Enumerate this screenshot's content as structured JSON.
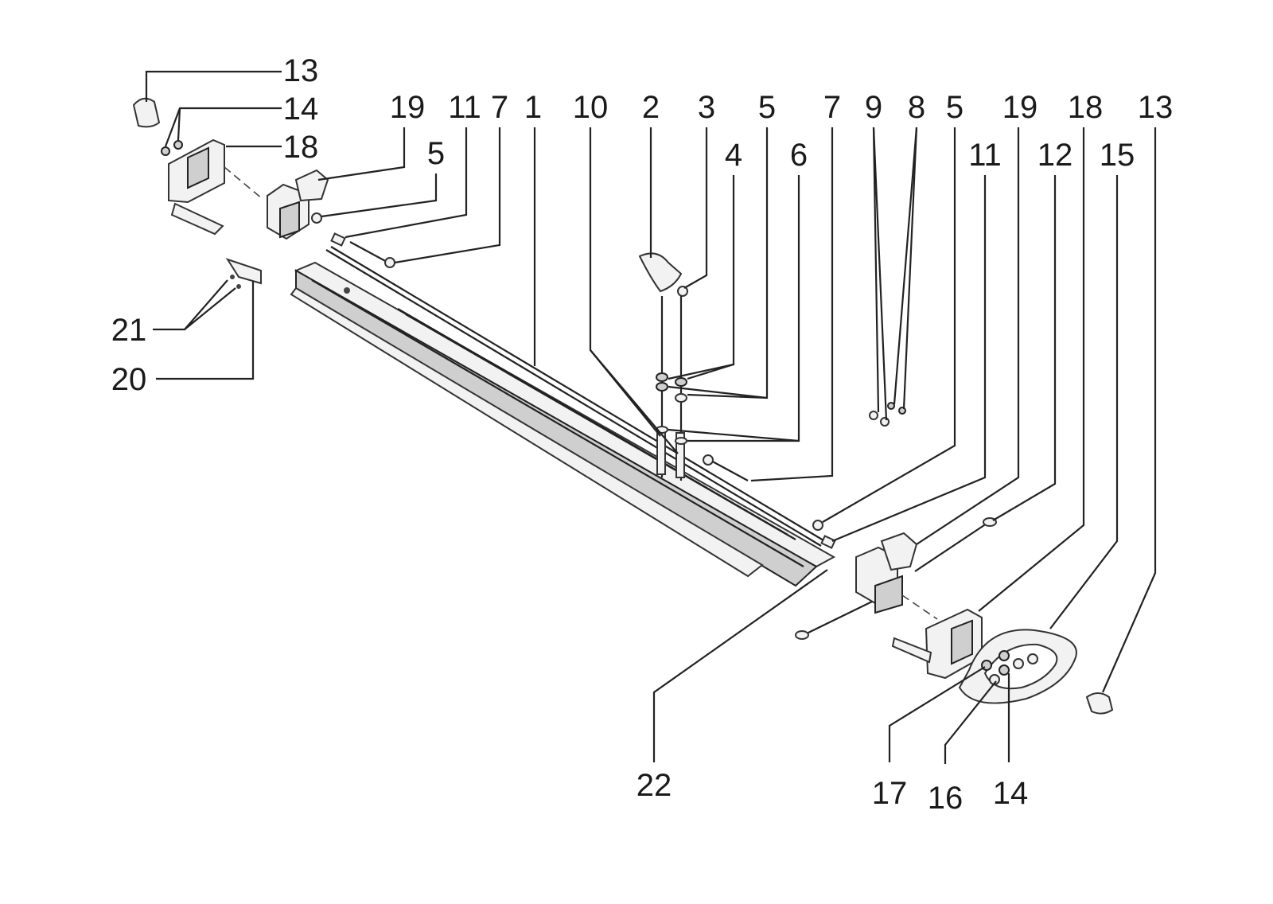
{
  "callouts": [
    {
      "label": "13"
    },
    {
      "label": "14"
    },
    {
      "label": "18"
    },
    {
      "label": "19"
    },
    {
      "label": "11"
    },
    {
      "label": "7"
    },
    {
      "label": "1"
    },
    {
      "label": "5"
    },
    {
      "label": "10"
    },
    {
      "label": "2"
    },
    {
      "label": "3"
    },
    {
      "label": "4"
    },
    {
      "label": "5"
    },
    {
      "label": "6"
    },
    {
      "label": "7"
    },
    {
      "label": "9"
    },
    {
      "label": "8"
    },
    {
      "label": "5"
    },
    {
      "label": "19"
    },
    {
      "label": "18"
    },
    {
      "label": "13"
    },
    {
      "label": "11"
    },
    {
      "label": "12"
    },
    {
      "label": "15"
    },
    {
      "label": "21"
    },
    {
      "label": "20"
    },
    {
      "label": "22"
    },
    {
      "label": "17"
    },
    {
      "label": "16"
    },
    {
      "label": "14"
    }
  ],
  "colors": {
    "line": "#222222",
    "part_fill": "#f2f2f2",
    "part_dark": "#cfcfcf"
  }
}
